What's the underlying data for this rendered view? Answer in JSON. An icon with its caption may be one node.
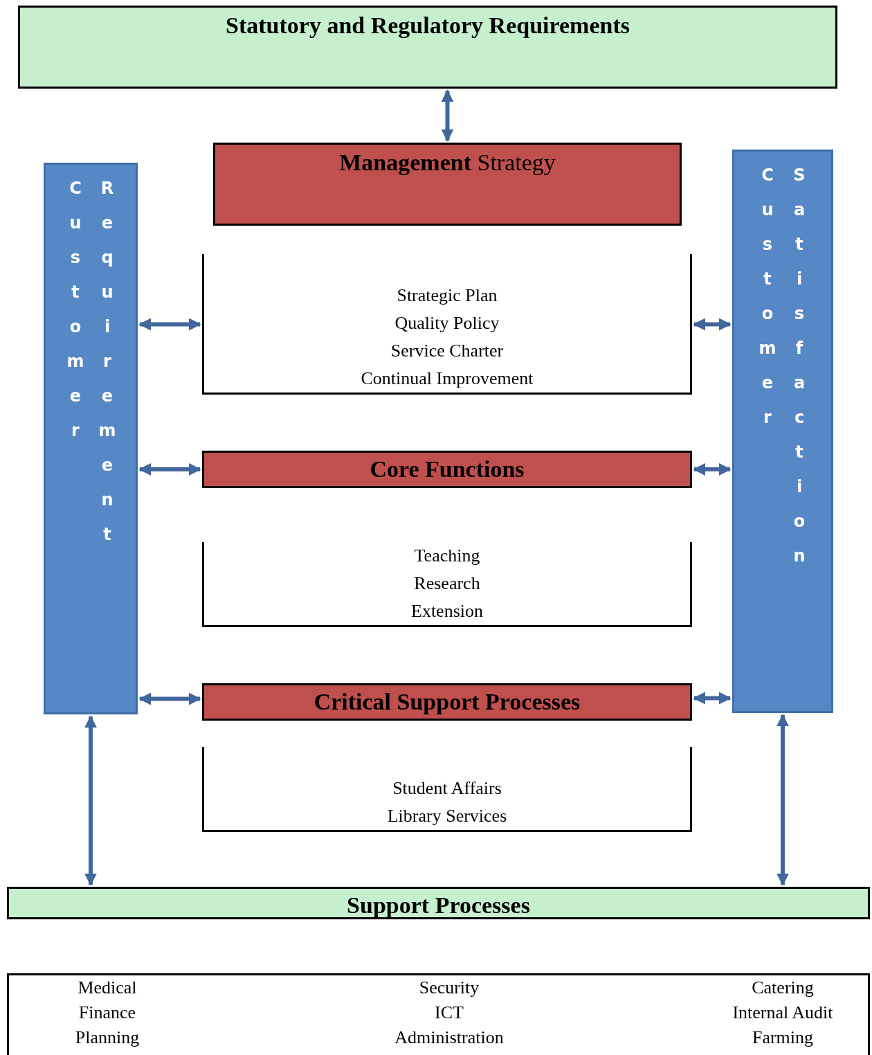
{
  "diagram": {
    "nodes": [
      {
        "text": [
          "Statutory and Regulatory Requirements"
        ]
      },
      {
        "text": [
          "Customer Requirement"
        ]
      },
      {
        "text": [
          "**Management** Strategy"
        ]
      },
      {
        "text": [
          "Strategic Plan",
          "Quality Policy",
          "Service Charter",
          "Continual Improvement"
        ]
      },
      {
        "text": [
          "Customer Satisfaction"
        ]
      },
      {
        "text": [
          "Core Functions"
        ]
      },
      {
        "text": [
          "Teaching",
          "Research",
          "Extension"
        ]
      },
      {
        "text": [
          "Critical Support Processes"
        ]
      },
      {
        "text": [
          "Student Affairs",
          "Library Services"
        ]
      },
      {
        "text": [
          "Support Processes"
        ]
      },
      {
        "text": [
          "Medical",
          "Finance",
          "Planning",
          "Security",
          "ICT",
          "Administration",
          "Catering",
          "Internal Audit",
          "Farming"
        ]
      }
    ],
    "edges": [
      {
        "from": 0,
        "to": 2,
        "arrow": "both"
      },
      {
        "from": 1,
        "to": 3,
        "arrow": "both"
      },
      {
        "from": 1,
        "to": 5,
        "arrow": "both"
      },
      {
        "from": 1,
        "to": 7,
        "arrow": "both"
      },
      {
        "from": 3,
        "to": 4,
        "arrow": "both"
      },
      {
        "from": 5,
        "to": 4,
        "arrow": "both"
      },
      {
        "from": 7,
        "to": 4,
        "arrow": "both"
      },
      {
        "from": 1,
        "to": 9,
        "arrow": "both"
      },
      {
        "from": 4,
        "to": 9,
        "arrow": "both"
      }
    ]
  }
}
